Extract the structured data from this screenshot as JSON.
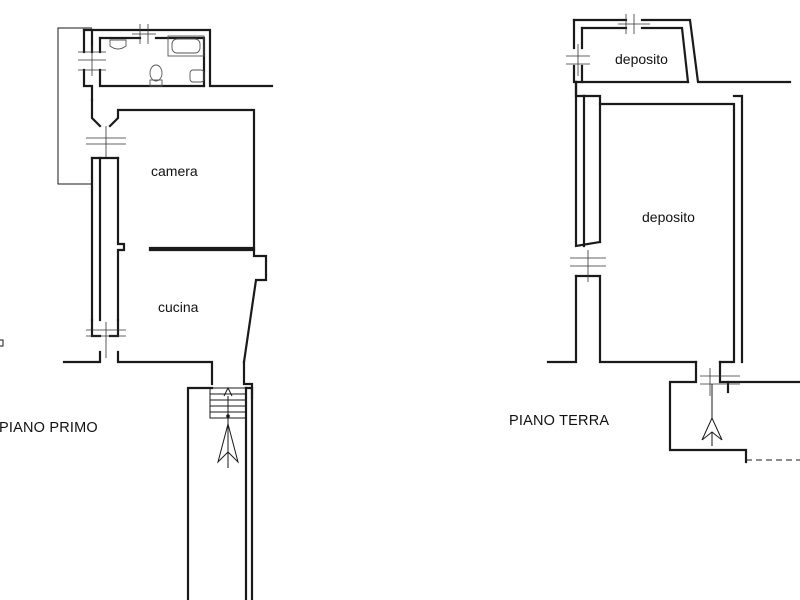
{
  "piano_primo": {
    "title": "PIANO PRIMO",
    "rooms": {
      "camera": "camera",
      "cucina": "cucina"
    }
  },
  "piano_terra": {
    "title": "PIANO TERRA",
    "rooms": {
      "deposito_small": "deposito",
      "deposito_large": "deposito"
    }
  },
  "icons": [
    "toilet-icon",
    "bathtub-icon",
    "bidet-icon",
    "washbasin-icon",
    "entrance-arrow-icon",
    "staircase-icon",
    "door-mark-icon"
  ],
  "colors": {
    "line": "#1a1a1a",
    "background": "#ffffff"
  }
}
